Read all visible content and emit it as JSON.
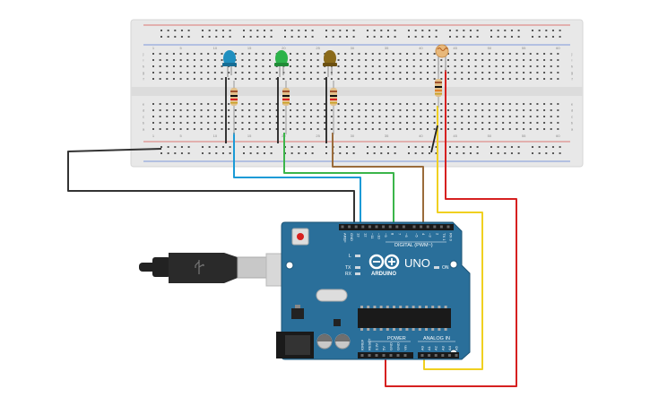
{
  "breadboard": {
    "top_row_numbers": [
      "1",
      "5",
      "10",
      "15",
      "20",
      "25",
      "30",
      "35",
      "40",
      "45",
      "50",
      "55",
      "60"
    ],
    "bottom_row_numbers": [
      "1",
      "5",
      "10",
      "15",
      "20",
      "25",
      "30",
      "35",
      "40",
      "45",
      "50",
      "55",
      "60"
    ],
    "left_letters_top": [
      "j",
      "i",
      "h",
      "g",
      "f"
    ],
    "left_letters_bottom": [
      "e",
      "d",
      "c",
      "b",
      "a"
    ],
    "right_letters_top": [
      "j",
      "i",
      "h",
      "g",
      "f"
    ],
    "right_letters_bottom": [
      "e",
      "d",
      "c",
      "b",
      "a"
    ],
    "colors": {
      "body": "#e8e8e8",
      "hole": "#555555",
      "rail_red": "#d9534f",
      "rail_blue": "#5b7fd6"
    }
  },
  "components": {
    "led_blue": {
      "icon": "led-blue-icon",
      "color": "#1f8fbf"
    },
    "led_green": {
      "icon": "led-green-icon",
      "color": "#2db34a"
    },
    "led_yellow": {
      "icon": "led-yellow-icon",
      "color": "#8a6a1a"
    },
    "photoresistor": {
      "icon": "photoresistor-icon",
      "color": "#e8b87a"
    }
  },
  "wires": {
    "blue": "#1a9ad6",
    "green": "#3bb54a",
    "brown": "#9a6b3a",
    "yellow": "#f0d020",
    "red": "#d62020",
    "black": "#333333"
  },
  "arduino": {
    "board_color": "#2a6f9a",
    "logo_text": "ARDUINO",
    "model_text": "UNO",
    "digital_header_label": "DIGITAL (PWM~)",
    "power_label": "POWER",
    "analog_label": "ANALOG IN",
    "on_label": "ON",
    "l_label": "L",
    "tx_label": "TX",
    "rx_label": "RX",
    "digital_pins": [
      "AREF",
      "GND",
      "13",
      "12",
      "~11",
      "~10",
      "~9",
      "8",
      "7",
      "~6",
      "~5",
      "4",
      "~3",
      "2",
      "TX 1",
      "RX 0"
    ],
    "power_pins": [
      "IOREF",
      "RESET",
      "3.3V",
      "5V",
      "GND",
      "GND",
      "Vin"
    ],
    "analog_pins": [
      "A0",
      "A1",
      "A2",
      "A3",
      "A4",
      "A5"
    ]
  },
  "usb_cable": {
    "icon": "usb-plug-icon",
    "color": "#222222"
  }
}
